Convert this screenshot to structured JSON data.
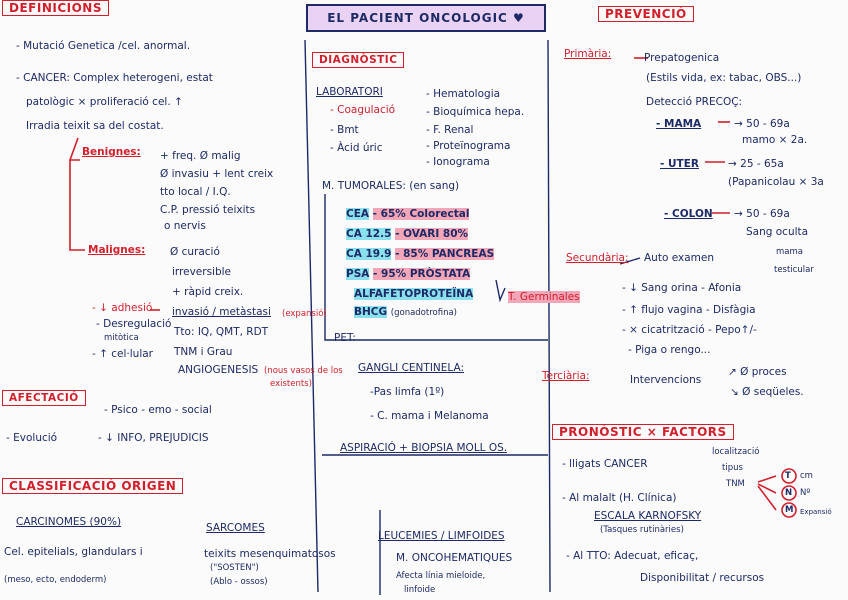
{
  "title": "EL PACIENT ONCOLOGIC ♥",
  "definicions": {
    "heading": "DEFINICIONS",
    "mutacio": "- Mutació Genetica /cel. anormal.",
    "cancer_1": "- CANCER: Complex heterogeni, estat",
    "cancer_2": "patològic × proliferació cel. ↑",
    "cancer_3": "Irradia teixit sa del costat."
  },
  "benignes": {
    "label": "Benignes:",
    "l1": "+ freq. Ø malig",
    "l2": "Ø invasiu + lent creix",
    "l3": "tto local / I.Q.",
    "l4": "C.P. pressió teixits",
    "l5": "o nervis"
  },
  "malignes": {
    "label": "Malignes:",
    "l1": "Ø curació",
    "l2": "irreversible",
    "l3": "+ ràpid creix."
  },
  "malignes_props": {
    "adhesio": "- ↓ adhesió",
    "desregulacio_1": "- Desregulació",
    "desregulacio_2": "mitòtica",
    "cel": "- ↑ cel·lular",
    "invasio": "invasió / metàstasi",
    "expansio": "(expansió)",
    "tto": "Tto: IQ, QMT, RDT",
    "tnm": "TNM i Grau",
    "angio": "ANGIOGENESIS",
    "angio_note_1": "(nous vasos de los",
    "angio_note_2": "existents)"
  },
  "afectacio": {
    "heading": "AFECTACIÓ",
    "text": "- Psico - emo - social",
    "evolucio": "- Evolució",
    "evolucio_text": "- ↓ INFO, PREJUDICIS"
  },
  "classificacio": {
    "heading": "CLASSIFICACIÓ ORIGEN",
    "carcinomes": "CARCINOMES (90%)",
    "car_1": "Cel. epitelials, glandulars i",
    "car_2": "(meso, ecto, endoderm)",
    "sarcomes": "SARCOMES",
    "sar_1": "teixits mesenquimatosos",
    "sar_2": "(\"SOSTEN\")",
    "sar_3": "(Ablo - ossos)",
    "leucemies": "LEUCEMIES / LIMFOIDES",
    "leu_1": "M. ONCOHEMATIQUES",
    "leu_2": "Afecta línia mieloide,",
    "leu_3": "linfoide"
  },
  "diagnostic": {
    "heading": "DIAGNÒSTIC",
    "laboratori": "LABORATORI",
    "lab_left": [
      "- Coagulació",
      "- Bmt",
      "- Àcid úric"
    ],
    "lab_right": [
      "- Hematologia",
      "- Bioquímica hepa.",
      "- F. Renal",
      "- Proteïnograma",
      "- Ionograma"
    ],
    "tumorals": "M. TUMORALES: (en sang)",
    "markers": [
      {
        "name": "CEA",
        "value": "- 65% Colorectal"
      },
      {
        "name": "CA 12.5",
        "value": "- OVARI 80%"
      },
      {
        "name": "CA 19.9",
        "value": "- 85% PANCREAS"
      },
      {
        "name": "PSA",
        "value": "- 95% PRÒSTATA"
      },
      {
        "name": "ALFAFETOPROTEÏNA",
        "value": ""
      },
      {
        "name": "BHCG",
        "value": "(gonadotrofina)"
      }
    ],
    "germinales": "T. Germinales",
    "pet": "PET:",
    "ganglio": "GANGLI CENTINELA:",
    "gan_1": "-Pas limfa (1º)",
    "gan_2": "- C. mama i Melanoma",
    "aspiracio": "ASPIRACIÓ + BIOPSIA MOLL OS."
  },
  "prevencio": {
    "heading": "PREVENCIÓ",
    "primaria": "Primària:",
    "prim_1": "Prepatogenica",
    "prim_2": "(Estils vida, ex: tabac, OBS...)",
    "deteccio": "Detecció PRECOÇ:",
    "screens": [
      {
        "name": "- MAMA",
        "value": "→ 50 - 69a",
        "note": "mamo × 2a."
      },
      {
        "name": "- UTER",
        "value": "→ 25 - 65a",
        "note": "(Papanicolau × 3a"
      },
      {
        "name": "- COLON",
        "value": "→ 50 - 69a",
        "note": "Sang oculta"
      }
    ],
    "secundaria": "Secundària:",
    "sec_main": "Auto examen",
    "sec_mama": "mama",
    "sec_testicular": "testicular",
    "sec_items": [
      "- ↓ Sang orina - Afonia",
      "- ↑ flujo vagina - Disfàgia",
      "- × cicatrització - Pepo↑/-",
      "- Piga o rengo..."
    ],
    "terciaria": "Terciària:",
    "ter_text": "Intervencions",
    "ter_1": "↗ Ø proces",
    "ter_2": "↘ Ø seqüeles."
  },
  "pronostic": {
    "heading": "PRONÒSTIC × FACTORS",
    "l1": "- lligats CANCER",
    "loc": "localització",
    "tipus": "tipus",
    "tnm": "TNM",
    "t": "T",
    "t_label": "cm",
    "n": "N",
    "n_label": "Nº",
    "m": "M",
    "m_label": "Expansió",
    "l2": "- Al malalt (H. Clínica)",
    "escala": "ESCALA KARNOFSKY",
    "escala_note": "(Tasques rutinàries)",
    "l3": "- Al TTO: Adecuat, eficaç,",
    "l4": "Disponibilitat / recursos"
  }
}
